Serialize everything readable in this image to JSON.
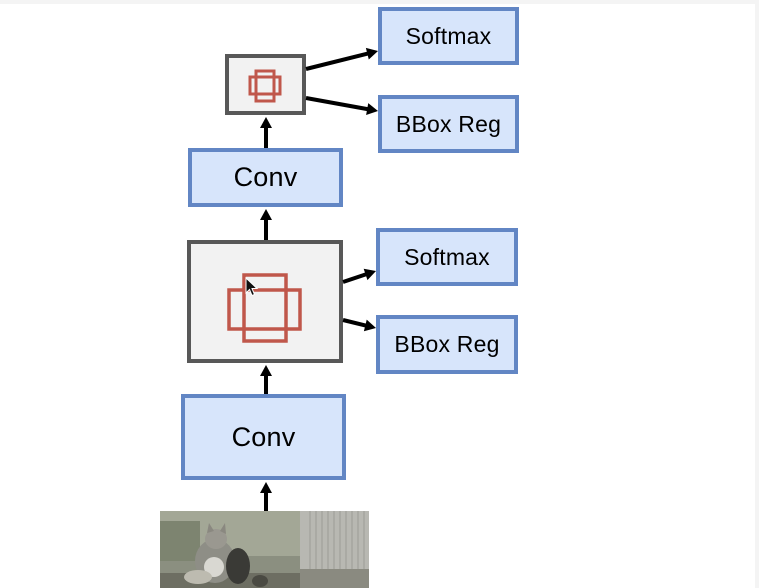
{
  "diagram": {
    "upper_stage": {
      "softmax_label": "Softmax",
      "bbox_label": "BBox Reg",
      "conv_label": "Conv"
    },
    "lower_stage": {
      "softmax_label": "Softmax",
      "bbox_label": "BBox Reg",
      "conv_label": "Conv"
    },
    "colors": {
      "box_fill": "#d7e5fb",
      "box_border": "#6286c4",
      "feature_border": "#585858",
      "roi_color": "#c0574b",
      "arrow": "#000000"
    },
    "icons": [
      "roi-crop-icon",
      "cursor-icon",
      "cat-photo"
    ]
  }
}
